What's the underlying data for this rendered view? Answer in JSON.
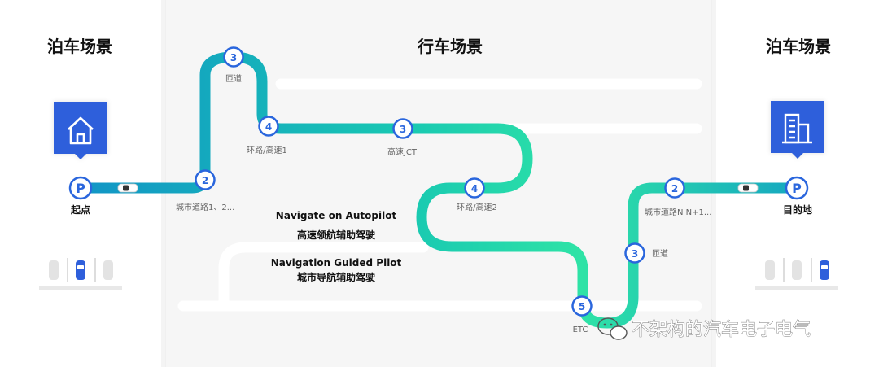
{
  "sections": {
    "left": "泊车场景",
    "center": "行车场景",
    "right": "泊车场景"
  },
  "start": {
    "label": "起点",
    "marker": "P",
    "icon": "home-icon"
  },
  "end": {
    "label": "目的地",
    "marker": "P",
    "icon": "building-icon"
  },
  "nodes": [
    {
      "id": "n2a",
      "num": "2",
      "label": "城市道路1、2..."
    },
    {
      "id": "n3a",
      "num": "3",
      "label": "匝道"
    },
    {
      "id": "n4a",
      "num": "4",
      "label": "环路/高速1"
    },
    {
      "id": "n3b",
      "num": "3",
      "label": "高速JCT"
    },
    {
      "id": "n4b",
      "num": "4",
      "label": "环路/高速2"
    },
    {
      "id": "n5",
      "num": "5",
      "label": "ETC"
    },
    {
      "id": "n3c",
      "num": "3",
      "label": "匝道"
    },
    {
      "id": "n2b",
      "num": "2",
      "label": "城市道路N N+1..."
    }
  ],
  "annotations": {
    "noa_en": "Navigate on Autopilot",
    "noa_zh": "高速领航辅助驾驶",
    "ngp_en": "Navigation Guided Pilot",
    "ngp_zh": "城市导航辅助驾驶"
  },
  "watermark": "不架构的汽车电子电气",
  "colors": {
    "route_start": "#1aa6c8",
    "route_end": "#27e0a8",
    "node_stroke": "#2a66dd",
    "pin_bg": "#2e5fdb",
    "panel_bg": "#f6f6f6",
    "road_gray": "#ececec"
  }
}
